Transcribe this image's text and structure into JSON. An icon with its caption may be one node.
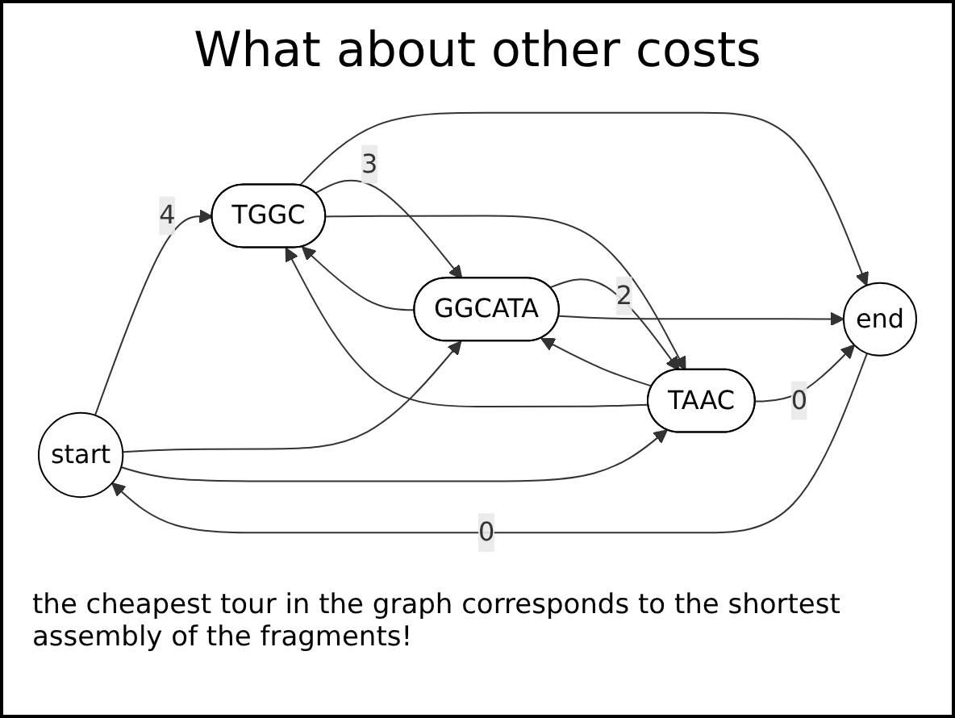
{
  "diagram": {
    "title": "What about other costs",
    "caption": "the cheapest tour in the graph corresponds to the shortest assembly of the fragments!",
    "nodes": [
      {
        "text": [
          "start"
        ]
      },
      {
        "text": [
          "TGGC"
        ]
      },
      {
        "text": [
          "end"
        ]
      },
      {
        "text": [
          "GGCATA"
        ]
      },
      {
        "text": [
          "TAAC"
        ]
      }
    ],
    "edges": [
      {
        "from": 2,
        "to": 0,
        "arrow": "to",
        "label": "0"
      },
      {
        "from": 0,
        "to": 1,
        "arrow": "to",
        "label": "4"
      },
      {
        "from": 1,
        "to": 2,
        "arrow": "to"
      },
      {
        "from": 0,
        "to": 3,
        "arrow": "to"
      },
      {
        "from": 3,
        "to": 1,
        "arrow": "to"
      },
      {
        "from": 1,
        "to": 3,
        "arrow": "to",
        "label": "3"
      },
      {
        "from": 1,
        "to": 4,
        "arrow": "to"
      },
      {
        "from": 4,
        "to": 1,
        "arrow": "to"
      },
      {
        "from": 3,
        "to": 4,
        "arrow": "to",
        "label": "2"
      },
      {
        "from": 4,
        "to": 3,
        "arrow": "to"
      },
      {
        "from": 4,
        "to": 2,
        "arrow": "to",
        "label": "0"
      },
      {
        "from": 0,
        "to": 4,
        "arrow": "to"
      },
      {
        "from": 3,
        "to": 2,
        "arrow": "to"
      }
    ]
  }
}
